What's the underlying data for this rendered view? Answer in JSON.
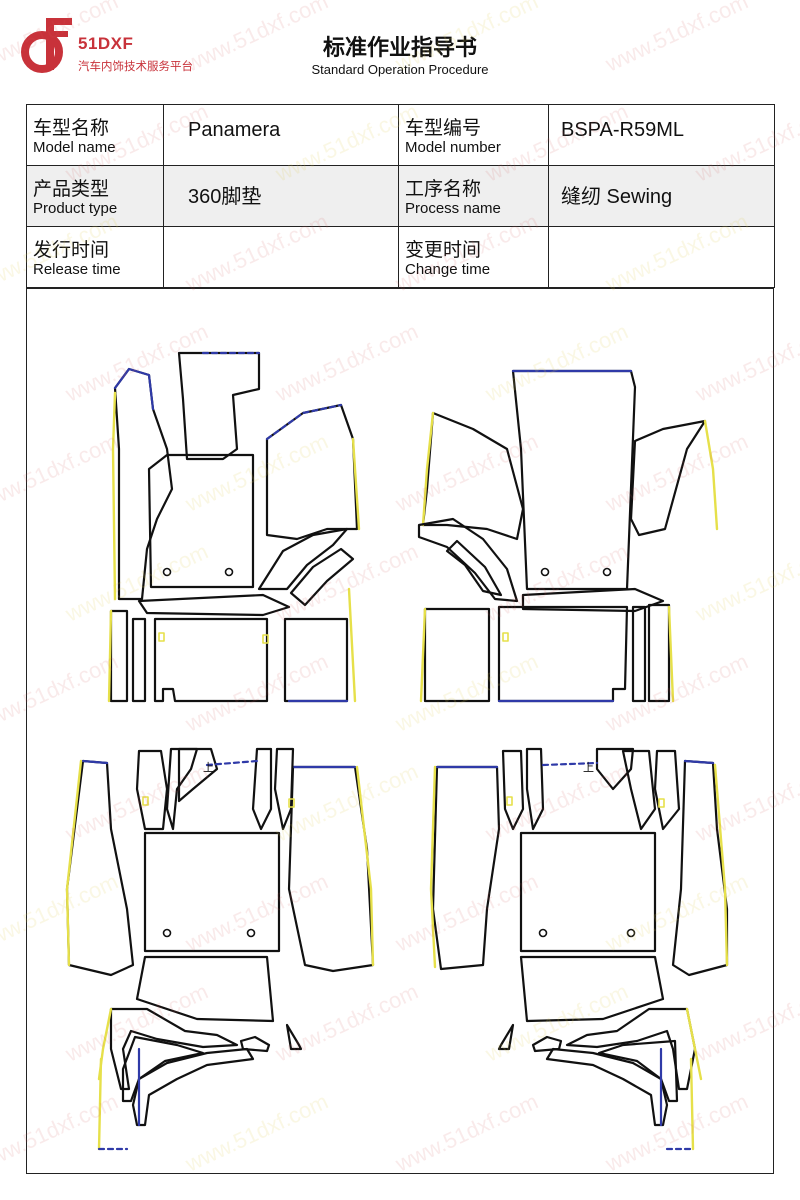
{
  "logo": {
    "brand": "51DXF",
    "tagline": "汽车内饰技术服务平台"
  },
  "title": {
    "zh": "标准作业指导书",
    "en": "Standard Operation Procedure"
  },
  "info": {
    "model_name_zh": "车型名称",
    "model_name_en": "Model name",
    "model_name_value": "Panamera",
    "model_number_zh": "车型编号",
    "model_number_en": "Model number",
    "model_number_value": "BSPA-R59ML",
    "product_type_zh": "产品类型",
    "product_type_en": "Product type",
    "product_type_value": "360脚垫",
    "process_name_zh": "工序名称",
    "process_name_en": "Process name",
    "process_name_value": "缝纫 Sewing",
    "release_time_zh": "发行时间",
    "release_time_en": "Release time",
    "release_time_value": "",
    "change_time_zh": "变更时间",
    "change_time_en": "Change time",
    "change_time_value": ""
  },
  "drawing": {
    "labels": [
      "上",
      "上"
    ]
  },
  "watermark": "www.51dxf.com",
  "colors": {
    "brand_red": "#c8323a",
    "outline": "#111111",
    "edge_yellow": "#e6e04a",
    "edge_blue": "#2f3aa8"
  }
}
